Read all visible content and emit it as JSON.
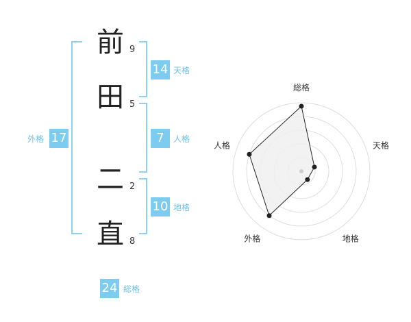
{
  "name_chars": [
    {
      "char": "前",
      "strokes": "9"
    },
    {
      "char": "田",
      "strokes": "5"
    },
    {
      "char": "二",
      "strokes": "2"
    },
    {
      "char": "直",
      "strokes": "8"
    }
  ],
  "grades": {
    "tenkaku": {
      "value": "14",
      "label": "天格"
    },
    "jinkaku": {
      "value": "7",
      "label": "人格"
    },
    "chikaku": {
      "value": "10",
      "label": "地格"
    },
    "gaikaku": {
      "value": "17",
      "label": "外格"
    },
    "soukaku": {
      "value": "24",
      "label": "総格"
    }
  },
  "chart_data": {
    "type": "radar",
    "axes": [
      "総格",
      "天格",
      "地格",
      "外格",
      "人格"
    ],
    "values": [
      0.95,
      0.2,
      0.15,
      0.8,
      0.8
    ],
    "range": [
      0,
      1
    ],
    "rings": 5,
    "fill_color": "#f0f0f0",
    "line_color": "#222222",
    "ring_color": "#dddddd"
  },
  "colors": {
    "accent": "#7ecbf0",
    "label": "#6cc1ea",
    "bracket": "#8fd0ef"
  }
}
